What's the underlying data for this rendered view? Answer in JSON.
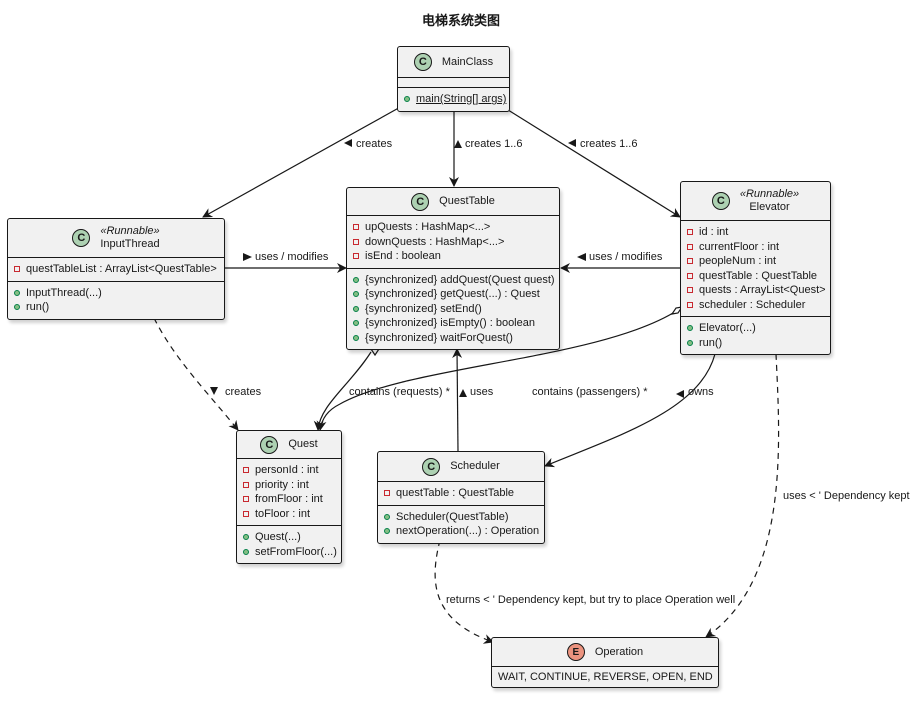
{
  "title": "电梯系统类图",
  "classes": {
    "mainclass": {
      "badge": "C",
      "name": "MainClass",
      "methods": [
        {
          "vis": "public",
          "text": "main(String[] args)",
          "underline": true
        }
      ]
    },
    "inputthread": {
      "badge": "C",
      "stereotype": "«Runnable»",
      "name": "InputThread",
      "fields": [
        {
          "vis": "private",
          "text": "questTableList : ArrayList<QuestTable>"
        }
      ],
      "methods": [
        {
          "vis": "public",
          "text": "InputThread(...)"
        },
        {
          "vis": "public",
          "text": "run()"
        }
      ]
    },
    "questtable": {
      "badge": "C",
      "name": "QuestTable",
      "fields": [
        {
          "vis": "private",
          "text": "upQuests : HashMap<...>"
        },
        {
          "vis": "private",
          "text": "downQuests : HashMap<...>"
        },
        {
          "vis": "private",
          "text": "isEnd : boolean"
        }
      ],
      "methods": [
        {
          "vis": "public",
          "text": "{synchronized} addQuest(Quest quest)"
        },
        {
          "vis": "public",
          "text": "{synchronized} getQuest(...) : Quest"
        },
        {
          "vis": "public",
          "text": "{synchronized} setEnd()"
        },
        {
          "vis": "public",
          "text": "{synchronized} isEmpty() : boolean"
        },
        {
          "vis": "public",
          "text": "{synchronized} waitForQuest()"
        }
      ]
    },
    "elevator": {
      "badge": "C",
      "stereotype": "«Runnable»",
      "name": "Elevator",
      "fields": [
        {
          "vis": "private",
          "text": "id : int"
        },
        {
          "vis": "private",
          "text": "currentFloor : int"
        },
        {
          "vis": "private",
          "text": "peopleNum : int"
        },
        {
          "vis": "private",
          "text": "questTable : QuestTable"
        },
        {
          "vis": "private",
          "text": "quests : ArrayList<Quest>"
        },
        {
          "vis": "private",
          "text": "scheduler : Scheduler"
        }
      ],
      "methods": [
        {
          "vis": "public",
          "text": "Elevator(...)"
        },
        {
          "vis": "public",
          "text": "run()"
        }
      ]
    },
    "quest": {
      "badge": "C",
      "name": "Quest",
      "fields": [
        {
          "vis": "private",
          "text": "personId : int"
        },
        {
          "vis": "private",
          "text": "priority : int"
        },
        {
          "vis": "private",
          "text": "fromFloor : int"
        },
        {
          "vis": "private",
          "text": "toFloor : int"
        }
      ],
      "methods": [
        {
          "vis": "public",
          "text": "Quest(...)"
        },
        {
          "vis": "public",
          "text": "setFromFloor(...)"
        }
      ]
    },
    "scheduler": {
      "badge": "C",
      "name": "Scheduler",
      "fields": [
        {
          "vis": "private",
          "text": "questTable : QuestTable"
        }
      ],
      "methods": [
        {
          "vis": "public",
          "text": "Scheduler(QuestTable)"
        },
        {
          "vis": "public",
          "text": "nextOperation(...) : Operation"
        }
      ]
    },
    "operation": {
      "badge": "E",
      "name": "Operation",
      "values": "WAIT, CONTINUE, REVERSE, OPEN, END"
    }
  },
  "edges": {
    "main_input": "creates",
    "main_qt": "creates 1..6",
    "main_elev": "creates 1..6",
    "input_qt": "uses / modifies",
    "elev_qt": "uses / modifies",
    "input_quest": "creates",
    "qt_quest": "contains (requests) *",
    "sched_qt": "uses",
    "elev_quest": "contains (passengers) *",
    "elev_sched": "owns",
    "elev_op": "uses <   ' Dependency kept",
    "sched_op": "returns < ' Dependency kept, but try to place Operation well"
  },
  "colors": {
    "class_bg": "#f1f1f1",
    "border": "#181818",
    "class_badge": "#add1b2",
    "enum_badge": "#eb937f",
    "public_marker": "#84be84",
    "private_marker": "#c82930"
  }
}
